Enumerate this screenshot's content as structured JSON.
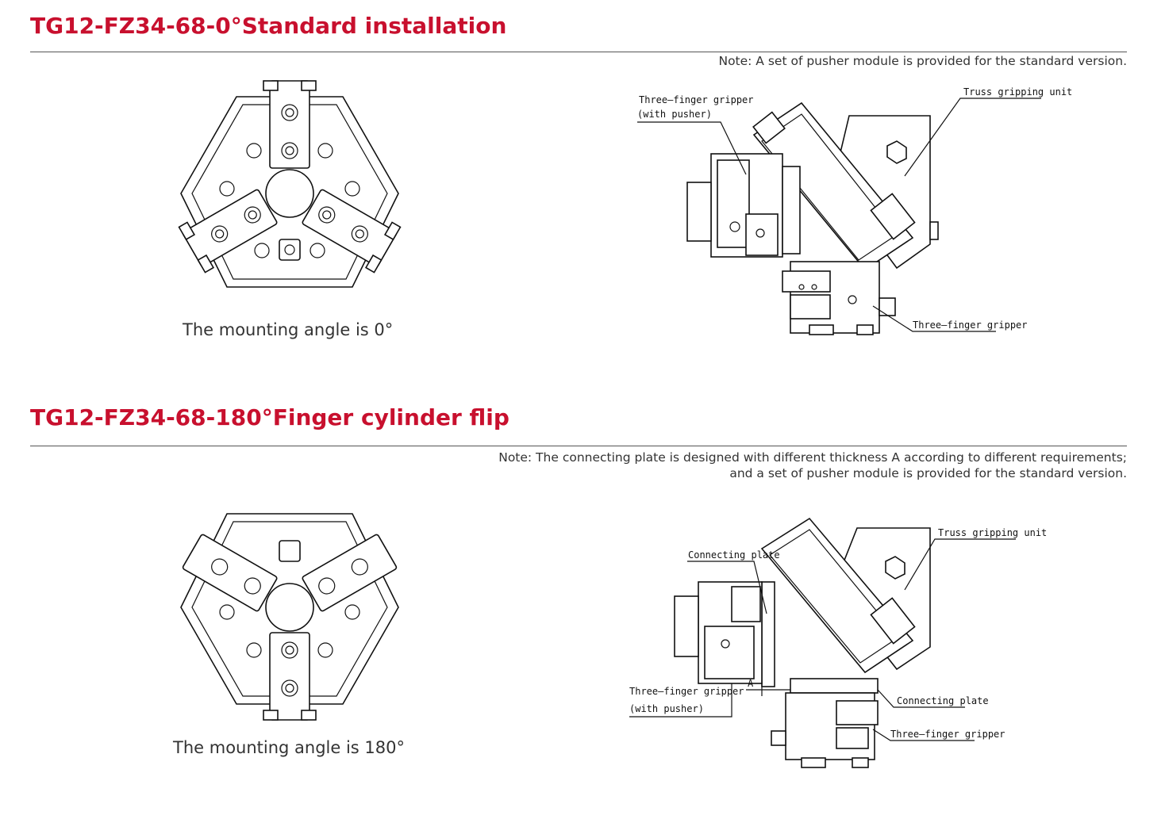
{
  "sections": [
    {
      "title": "TG12-FZ34-68-0°Standard installation",
      "note_lines": [
        "Note: A set of pusher module is provided for the standard version."
      ],
      "caption": "The mounting angle is 0°",
      "labels": {
        "three_finger_gripper_pusher_1": "Three—finger gripper",
        "three_finger_gripper_pusher_2": "(with pusher)",
        "truss_gripping_unit": "Truss gripping unit",
        "three_finger_gripper": "Three—finger gripper"
      }
    },
    {
      "title": "TG12-FZ34-68-180°Finger cylinder flip",
      "note_lines": [
        "Note: The connecting plate is designed with different thickness A according to different requirements;",
        "and a set of pusher module is provided for the standard version."
      ],
      "caption": "The mounting angle is 180°",
      "labels": {
        "truss_gripping_unit": "Truss gripping unit",
        "connecting_plate_top": "Connecting plate",
        "connecting_plate_bottom": "Connecting plate",
        "three_finger_gripper_pusher_1": "Three—finger gripper",
        "three_finger_gripper_pusher_2": "(with pusher)",
        "three_finger_gripper": "Three—finger gripper",
        "dimension_a": "A"
      }
    }
  ],
  "colors": {
    "title_red": "#c8102e"
  }
}
